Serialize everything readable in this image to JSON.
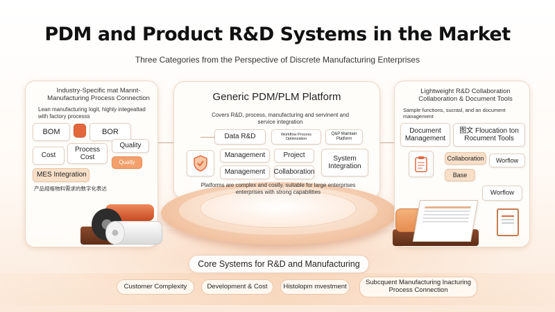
{
  "title": "PDM and Product R&D Systems in the Market",
  "subtitle": "Three Categories from the Perspective of Discrete Manufacturing Enterprises",
  "left": {
    "heading": "Industry-Specific mat Mannt- Manufacturing Process Connection",
    "desc": "Lean manufacturing logit, highly integeattad with factory processs",
    "chips": [
      "BOM",
      "BOR",
      "Process Cost",
      "Cost",
      "Quality",
      "Qualty",
      "MES Integration"
    ],
    "foot": "产品规格物料需求的数字化表达"
  },
  "center": {
    "title": "Generic PDM/PLM Platform",
    "desc": "Covers R&D, process, manufacturing and servinent and service integration",
    "chips": [
      "Data R&D",
      "Workflow Process Optimization",
      "Q&P Maintain Platform",
      "Management",
      "Project",
      "Management",
      "Collaboration",
      "System Integration"
    ],
    "podium_text": "Platforms are complex and costly, suitable for large enterprises enterprises with strong capabilities"
  },
  "right": {
    "heading": "Lightweight R&D Collaboration Collaboration & Document Tools",
    "desc": "Sample functions, sucrasl, and an document management",
    "chips": [
      "Document Management",
      "图文 Floucation ton Rocument Tools",
      "Collaboration",
      "Worflow",
      "Base",
      "Worflow"
    ]
  },
  "core": "Core Systems for R&D and Manufacturing",
  "bottom": [
    "Customer Complexity",
    "Development & Cost",
    "Histolopm mvestment",
    "Subcquent Manufacturing lnacturing Process Connection"
  ],
  "colors": {
    "accent": "#e2683c",
    "peach": "#f3a06c",
    "brown": "#6a3520",
    "border": "#ead7c6"
  }
}
